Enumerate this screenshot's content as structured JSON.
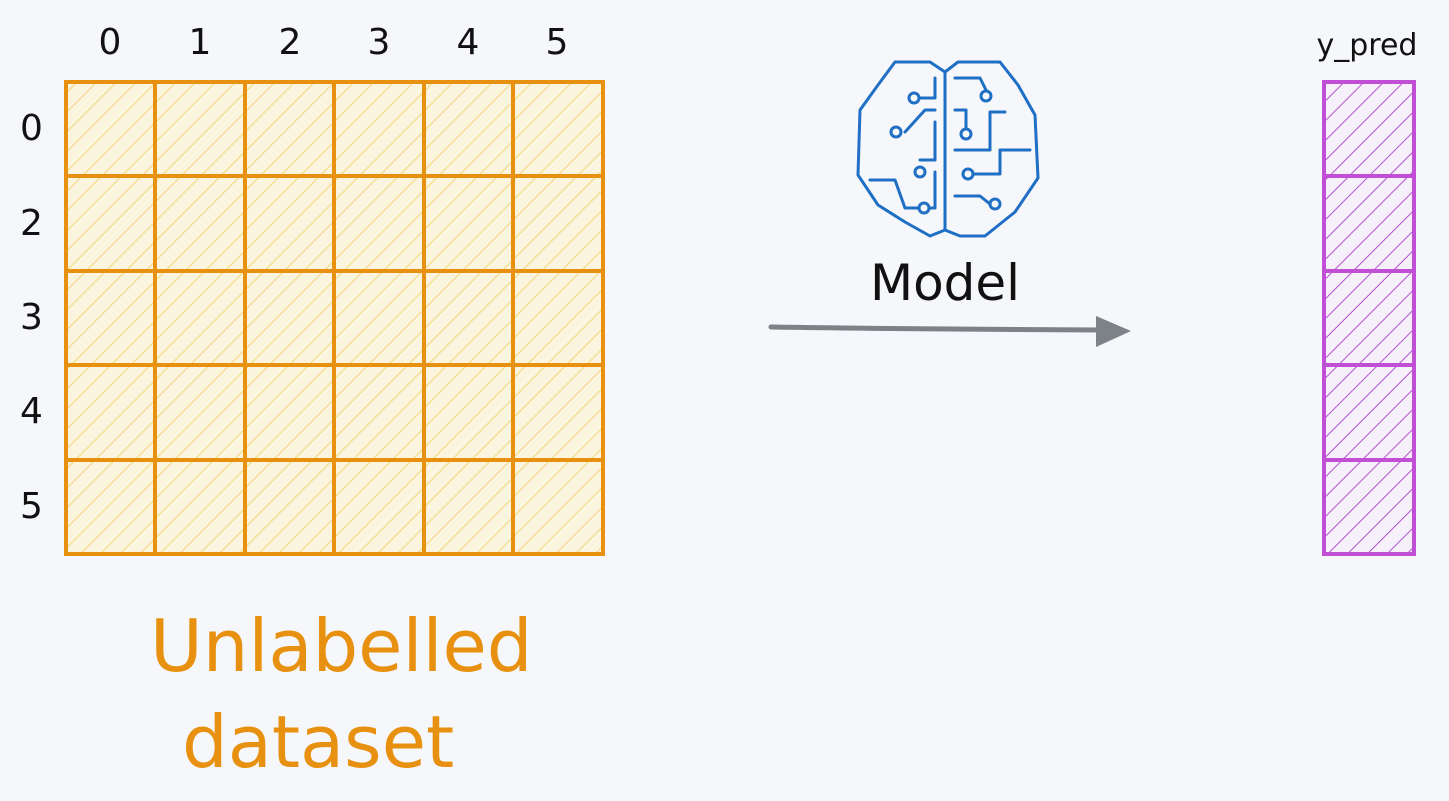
{
  "dataset": {
    "title_line1": "Unlabelled",
    "title_line2": "dataset",
    "column_labels": [
      "0",
      "1",
      "2",
      "3",
      "4",
      "5"
    ],
    "row_labels": [
      "0",
      "2",
      "3",
      "4",
      "5"
    ],
    "rows": 5,
    "columns": 6,
    "stroke_color": "#e8900f",
    "fill_color": "#fdf0c8"
  },
  "model": {
    "label": "Model",
    "icon": "brain-circuit-icon",
    "icon_color": "#1f6fc4"
  },
  "arrow": {
    "color": "#7c8287"
  },
  "prediction": {
    "label": "y_pred",
    "cells": 5,
    "stroke_color": "#c04fd6"
  }
}
